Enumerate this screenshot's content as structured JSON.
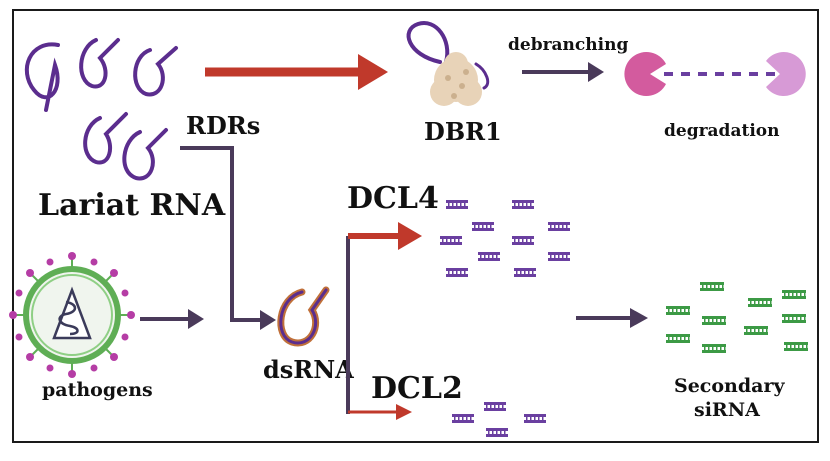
{
  "labels": {
    "lariat_rna": "Lariat RNA",
    "rdrs": "RDRs",
    "dbr1": "DBR1",
    "debranching": "debranching",
    "degradation": "degradation",
    "pathogens": "pathogens",
    "dsrna": "dsRNA",
    "dcl4": "DCL4",
    "dcl2": "DCL2",
    "secondary_line1": "Secondary",
    "secondary_line2": "siRNA"
  },
  "colors": {
    "border": "#1a1a1a",
    "rna_purple": "#5b2d8e",
    "red_arrow": "#c0392b",
    "dark_arrow": "#4a3a5a",
    "enzyme_beige": "#e8d3b8",
    "pacman_pink": "#d35b9e",
    "pacman_light": "#d79ad6",
    "dsrna_outer": "#c0703a",
    "siRNA_purple": "#6a3fa0",
    "siRNA_green": "#3c9a45",
    "pathogen_green": "#5fae55",
    "pathogen_magenta": "#b53da5"
  }
}
